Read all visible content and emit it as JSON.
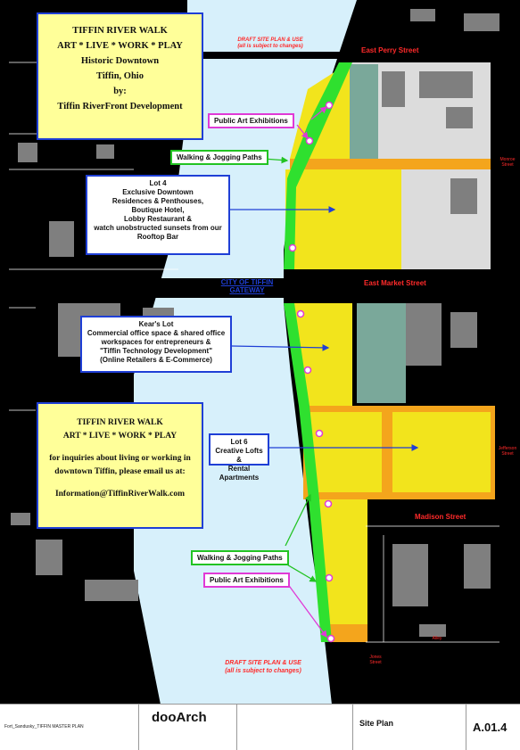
{
  "intro_box": {
    "line1": "TIFFIN RIVER WALK",
    "line2": "ART * LIVE * WORK * PLAY",
    "line3": "Historic Downtown",
    "line4": "Tiffin, Ohio",
    "line5": "by:",
    "line6": "Tiffin RiverFront Development"
  },
  "contact_box": {
    "line1": "TIFFIN RIVER WALK",
    "line2": "ART * LIVE * WORK * PLAY",
    "line3": "for inquiries about living or working in",
    "line4": "downtown Tiffin, please email us at:",
    "email": "Information@TiffinRiverWalk.com"
  },
  "labels": {
    "public_art_top": "Public Art Exhibitions",
    "walking_top": "Walking & Jogging Paths",
    "walking_bottom": "Walking & Jogging Paths",
    "public_art_bottom": "Public Art Exhibitions"
  },
  "lot4": {
    "title": "Lot 4",
    "lines": [
      "Exclusive Downtown",
      "Residences & Penthouses,",
      "Boutique Hotel,",
      "Lobby Restaurant &",
      "watch unobstructed sunsets from our",
      "Rooftop Bar"
    ]
  },
  "kears_lot": {
    "title": "Kear's Lot",
    "lines": [
      "Commercial office space & shared office",
      "workspaces for entrepreneurs &",
      "\"Tiffin Technology Development\"",
      "(Online Retailers & E-Commerce)"
    ]
  },
  "lot6": {
    "title": "Lot 6",
    "lines": [
      "Creative Lofts &",
      "Rental Apartments"
    ]
  },
  "streets": {
    "east_perry": "East Perry Street",
    "east_market": "East Market Street",
    "madison": "Madison Street"
  },
  "gateway": {
    "line1": "CITY OF TIFFIN",
    "line2": "GATEWAY"
  },
  "draft_top": {
    "line1": "DRAFT SITE PLAN & USE",
    "line2": "(all is subject to changes)"
  },
  "draft_bottom": {
    "line1": "DRAFT SITE PLAN & USE",
    "line2": "(all is subject to changes)"
  },
  "side_labels": {
    "right_top": [
      "Monroe",
      "Street"
    ],
    "right_mid": [
      "Jefferson",
      "Street"
    ],
    "bottom_a": [
      "Jones",
      "Street"
    ],
    "bottom_b": "Alley"
  },
  "colors": {
    "river": "#d7f0fb",
    "land_dark": "#000000",
    "lot_yellow": "#f2e41c",
    "alley_orange": "#f4a51c",
    "path_green": "#2fe02f",
    "teal": "#7aa89a",
    "building_gray": "#7f7f7f",
    "lot_gray": "#dcdcdc",
    "callout_fill": "#ffff99",
    "callout_border": "#1f3fd6",
    "street_red": "#ff2a2a"
  },
  "title_block": {
    "project": "Fort_Sandusky_TIFFIN MASTER PLAN",
    "company": "dooArch",
    "sheet_title": "Site Plan",
    "sheet_number": "A.01.4"
  }
}
